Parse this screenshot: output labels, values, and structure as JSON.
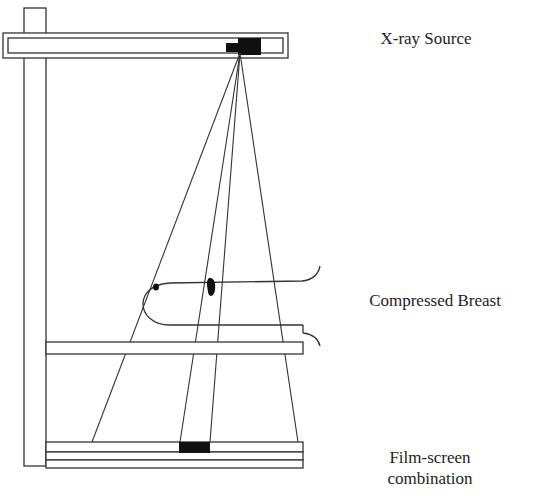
{
  "diagram": {
    "labels": [
      "X-ray Source",
      "Compressed Breast",
      "Film-screen combination"
    ]
  }
}
